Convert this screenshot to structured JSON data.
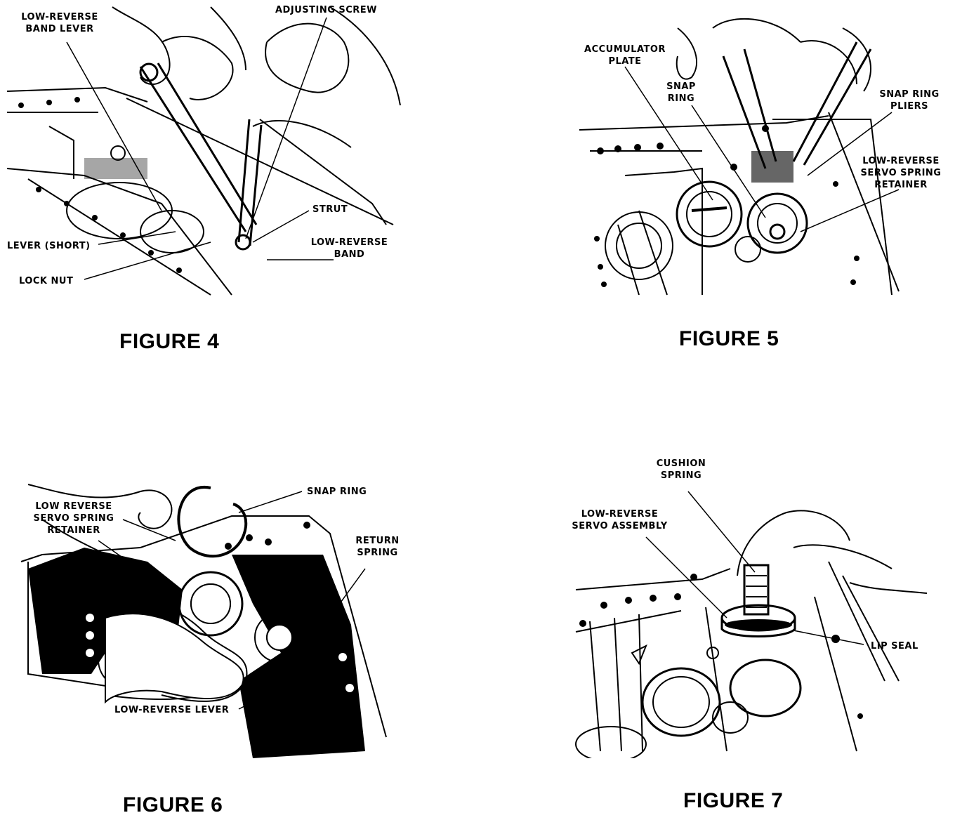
{
  "figure4": {
    "caption": "FIGURE 4",
    "labels": {
      "band_lever": "LOW-REVERSE\nBAND LEVER",
      "adjusting_screw": "ADJUSTING SCREW",
      "strut": "STRUT",
      "band": "LOW-REVERSE\nBAND",
      "lever_short": "LEVER (SHORT)",
      "lock_nut": "LOCK NUT"
    }
  },
  "figure5": {
    "caption": "FIGURE 5",
    "labels": {
      "accumulator_plate": "ACCUMULATOR\nPLATE",
      "snap_ring": "SNAP\nRING",
      "snap_ring_pliers": "SNAP RING\nPLIERS",
      "servo_spring_retainer": "LOW-REVERSE\nSERVO SPRING\nRETAINER"
    }
  },
  "figure6": {
    "caption": "FIGURE 6",
    "labels": {
      "servo_spring_retainer": "LOW REVERSE\nSERVO SPRING\nRETAINER",
      "snap_ring": "SNAP RING",
      "return_spring": "RETURN\nSPRING",
      "lever": "LOW-REVERSE LEVER"
    }
  },
  "figure7": {
    "caption": "FIGURE 7",
    "labels": {
      "cushion_spring": "CUSHION\nSPRING",
      "servo_assembly": "LOW-REVERSE\nSERVO ASSEMBLY",
      "lip_seal": "LIP SEAL"
    }
  }
}
